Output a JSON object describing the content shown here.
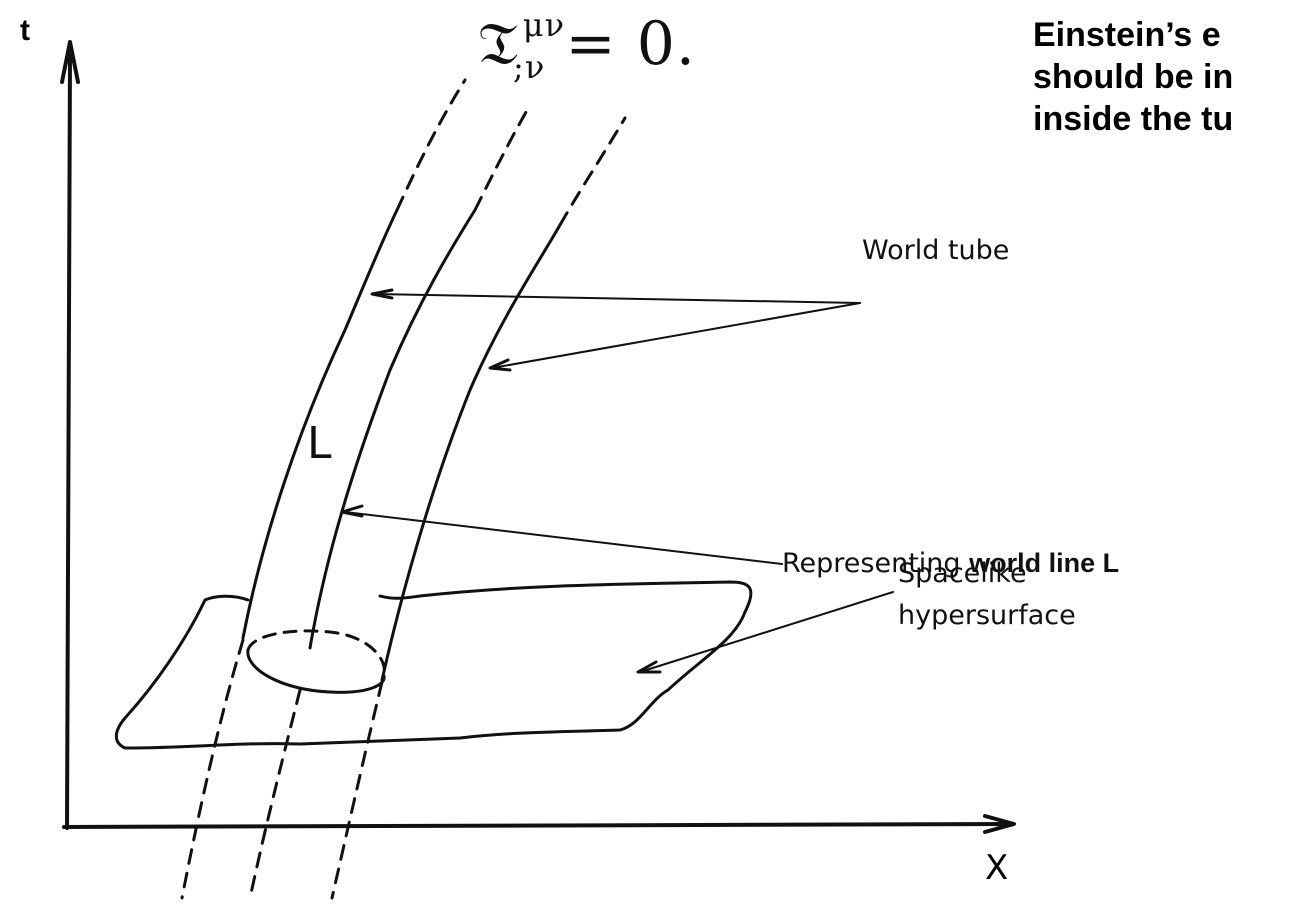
{
  "equation": {
    "symbol": "𝔗",
    "superscript": "μν",
    "subscript": ";ν",
    "rhs": "= 0."
  },
  "heading": {
    "line1": "Einstein’s e",
    "line2": "should be in",
    "line3": "inside the tu"
  },
  "axes": {
    "t_label": "t",
    "x_label": "X"
  },
  "labels": {
    "world_tube": "World tube",
    "world_line_prefix": "Representing ",
    "world_line_suffix": "world line L",
    "spacelike_line1": "Spacelike",
    "spacelike_line2": "hypersurface",
    "line_L": "L"
  },
  "colors": {
    "ink": "#111111",
    "background": "#ffffff"
  }
}
